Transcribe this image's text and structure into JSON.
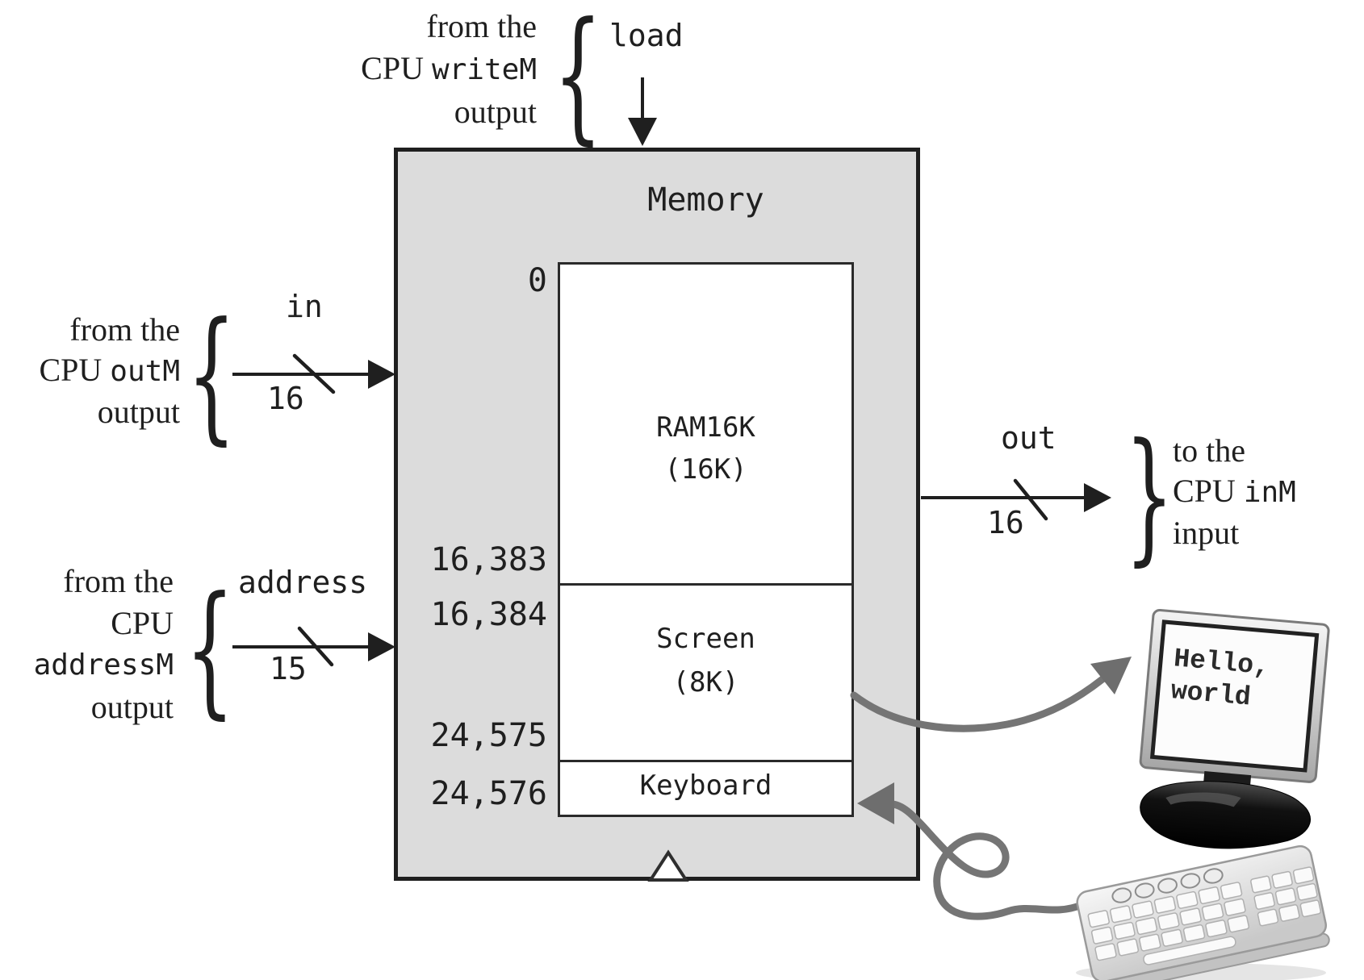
{
  "colors": {
    "line": "#1f1f1f",
    "box_fill": "#dcdcdc",
    "wire": "#757575",
    "arrow_gray": "#6e6e6e",
    "text": "#1f1f1f"
  },
  "glyphs": {
    "brace_open": "{",
    "brace_close": "}"
  },
  "memory": {
    "title": "Memory",
    "sections": {
      "ram": {
        "name": "RAM16K",
        "size": "(16K)"
      },
      "screen": {
        "name": "Screen",
        "size": "(8K)"
      },
      "keyboard": {
        "name": "Keyboard"
      }
    },
    "addresses": {
      "ram_start": "0",
      "ram_end": "16,383",
      "screen_start": "16,384",
      "screen_end": "24,575",
      "keyboard": "24,576"
    }
  },
  "signals": {
    "load": {
      "name": "load"
    },
    "in": {
      "name": "in",
      "width": "16"
    },
    "address": {
      "name": "address",
      "width": "15"
    },
    "out": {
      "name": "out",
      "width": "16"
    }
  },
  "annotations": {
    "write": {
      "line1": "from the",
      "line2_text": "CPU ",
      "line2_code": "writeM",
      "line3": "output"
    },
    "in": {
      "line1": "from the",
      "line2_text": "CPU ",
      "line2_code": "outM",
      "line3": "output"
    },
    "address": {
      "line1": "from the",
      "line2": "CPU",
      "line3_code": "addressM",
      "line4": "output"
    },
    "out": {
      "line1": "to the",
      "line2_text": "CPU ",
      "line2_code": "inM",
      "line3": "input"
    }
  },
  "devices": {
    "monitor": {
      "screen_line1": "Hello,",
      "screen_line2": "world"
    }
  }
}
